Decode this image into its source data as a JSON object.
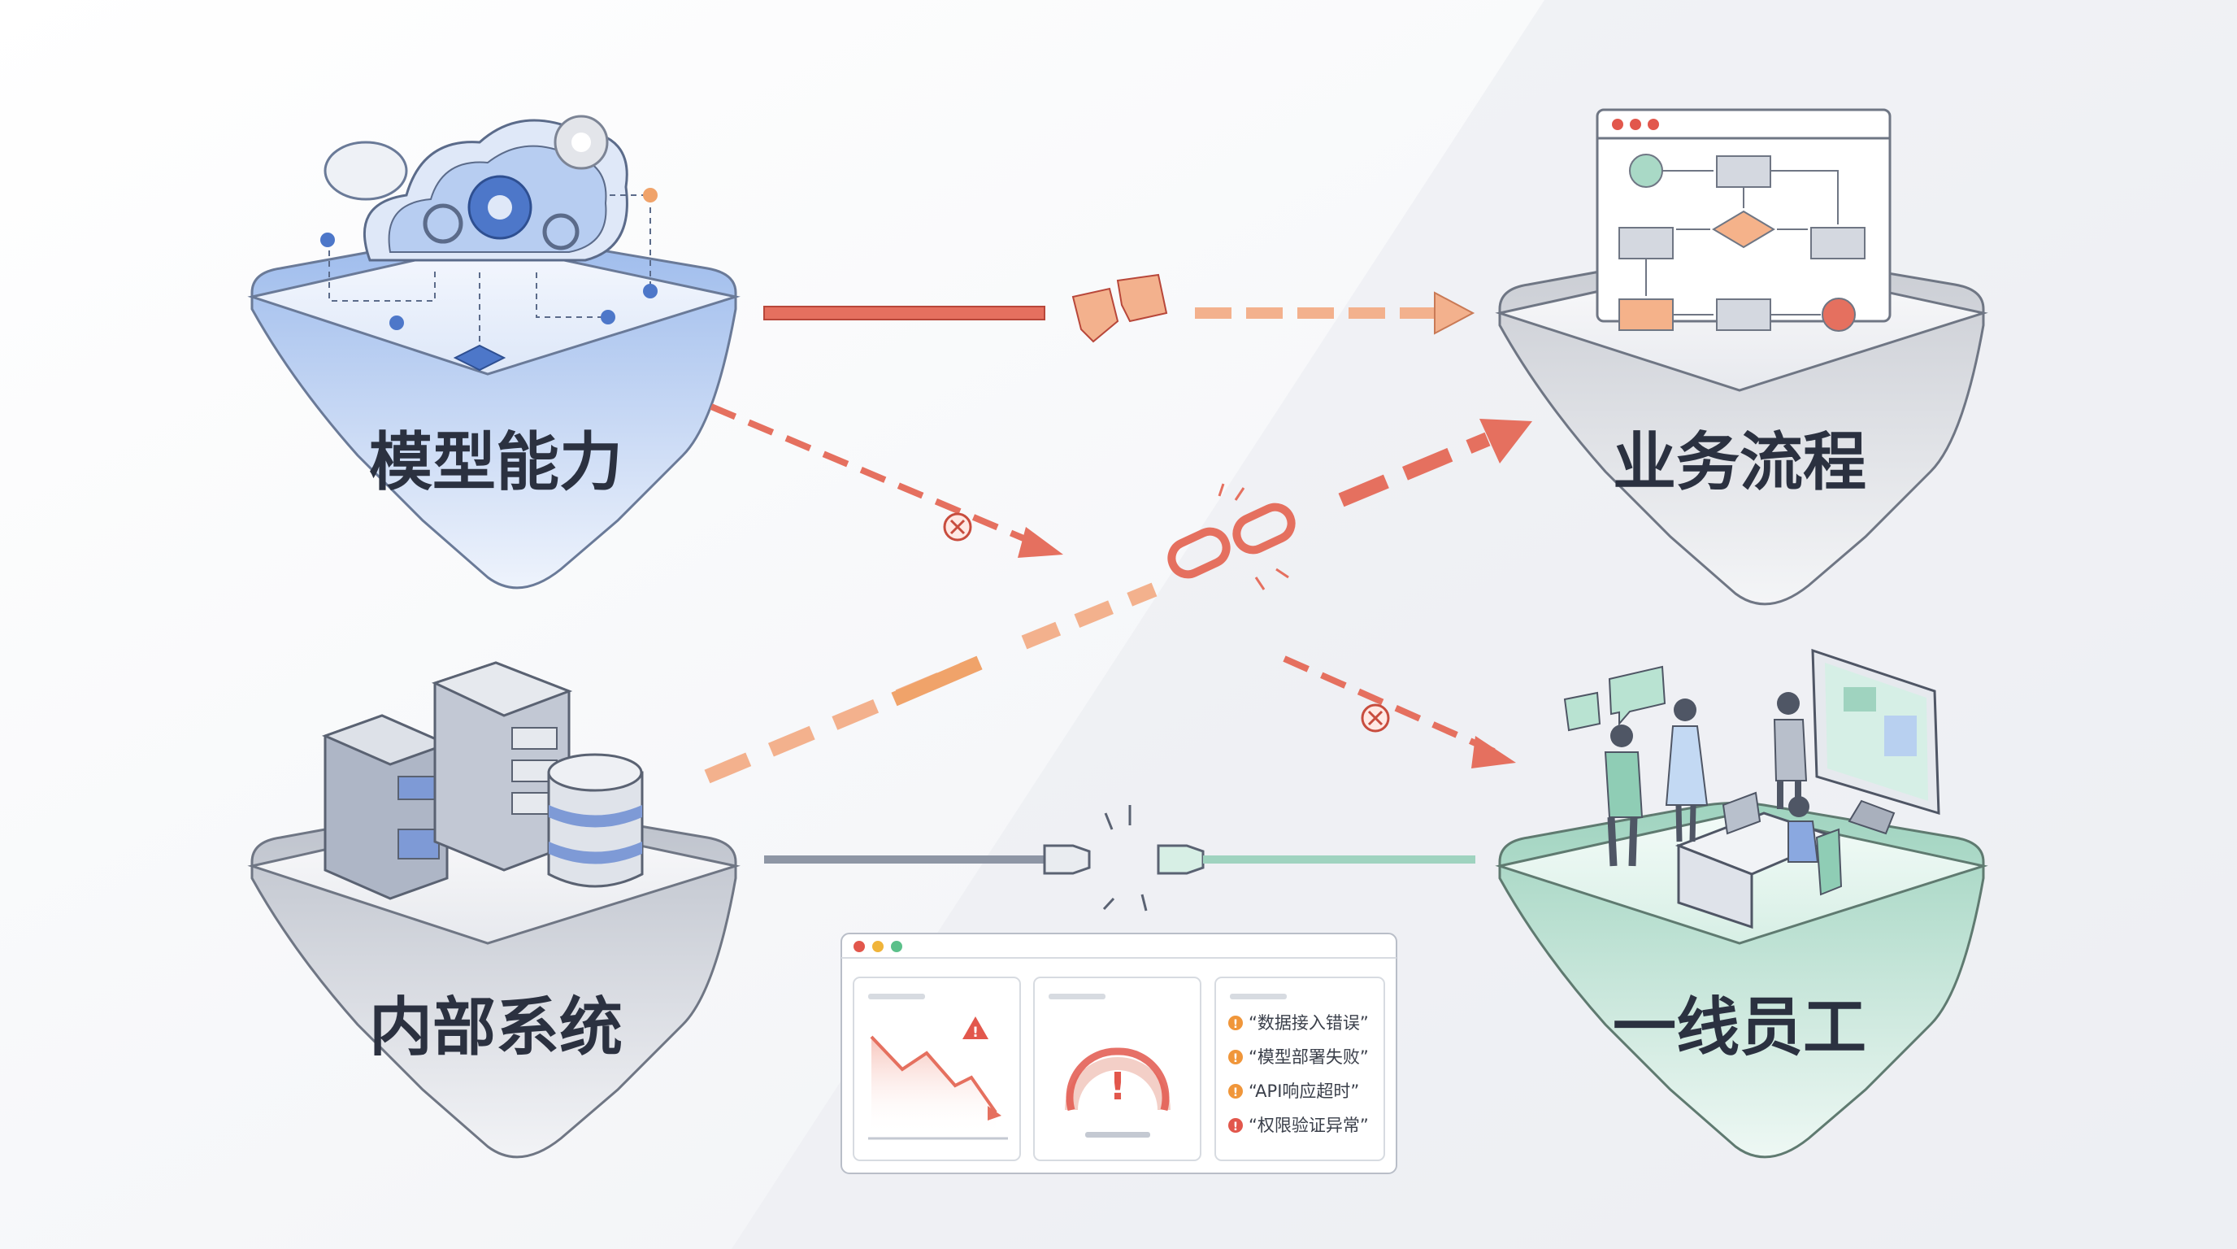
{
  "islands": {
    "model": {
      "label": "模型能力"
    },
    "process": {
      "label": "业务流程"
    },
    "internal": {
      "label": "内部系统"
    },
    "staff": {
      "label": "一线员工"
    }
  },
  "dashboard": {
    "alerts": [
      {
        "text": "“数据接入错误”",
        "level": "warning"
      },
      {
        "text": "“模型部署失败”",
        "level": "warning"
      },
      {
        "text": "“API响应超时”",
        "level": "warning"
      },
      {
        "text": "“权限验证异常”",
        "level": "error"
      }
    ]
  },
  "colors": {
    "broken_link": "#e5705f",
    "dash_light": "#f3b18d",
    "cloud_blue": "#8fb0e6",
    "server_grey": "#9aa3b4",
    "staff_green": "#9fd3bf",
    "warning": "#f0963a",
    "error": "#e2574c"
  }
}
